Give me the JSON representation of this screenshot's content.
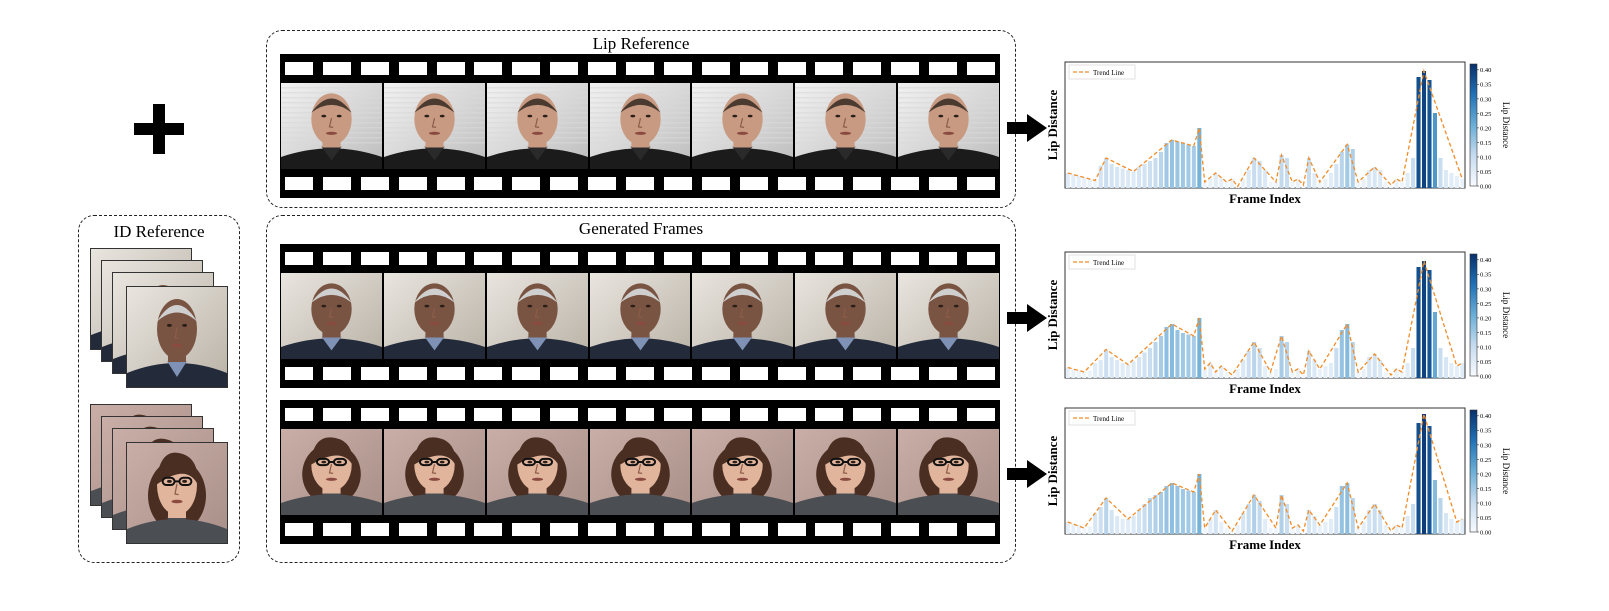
{
  "labels": {
    "lip_reference": "Lip Reference",
    "id_reference": "ID Reference",
    "generated_frames": "Generated Frames"
  },
  "icons": {
    "plus": "plus-icon",
    "arrow": "arrow-right-icon"
  },
  "colors": {
    "trend": "#f28c28",
    "bar_light": "#c6dbef",
    "bar_mid": "#6baed6",
    "bar_dark": "#08306b"
  },
  "chart_data": [
    {
      "type": "bar",
      "xlabel": "Frame Index",
      "ylabel": "Lip Distance",
      "colorbar_label": "Lip Distance",
      "colorbar_ticks": [
        "0.00",
        "0.05",
        "0.10",
        "0.15",
        "0.20",
        "0.25",
        "0.30",
        "0.35",
        "0.40"
      ],
      "legend": "Trend Line",
      "legend_position": "top-left",
      "ylim": [
        0,
        0.42
      ],
      "values": [
        0.05,
        0.045,
        0.04,
        0.035,
        0.03,
        0.025,
        0.075,
        0.1,
        0.08,
        0.07,
        0.065,
        0.06,
        0.055,
        0.07,
        0.08,
        0.09,
        0.1,
        0.12,
        0.15,
        0.16,
        0.155,
        0.15,
        0.145,
        0.14,
        0.2,
        0.02,
        0.03,
        0.05,
        0.035,
        0.02,
        0.03,
        0.005,
        0.03,
        0.06,
        0.1,
        0.09,
        0.06,
        0.02,
        0.02,
        0.11,
        0.1,
        0.02,
        0.03,
        0.01,
        0.1,
        0.05,
        0.02,
        0.03,
        0.05,
        0.08,
        0.12,
        0.145,
        0.13,
        0.02,
        0.03,
        0.06,
        0.07,
        0.06,
        0.02,
        0.01,
        0.03,
        0.02,
        0.05,
        0.1,
        0.37,
        0.39,
        0.36,
        0.25,
        0.1,
        0.06,
        0.05,
        0.04,
        0.03
      ]
    },
    {
      "type": "bar",
      "xlabel": "Frame Index",
      "ylabel": "Lip Distance",
      "colorbar_label": "Lip Distance",
      "colorbar_ticks": [
        "0.00",
        "0.05",
        "0.10",
        "0.15",
        "0.20",
        "0.25",
        "0.30",
        "0.35",
        "0.40"
      ],
      "legend": "Trend Line",
      "legend_position": "top-left",
      "ylim": [
        0,
        0.42
      ],
      "values": [
        0.035,
        0.03,
        0.025,
        0.02,
        0.025,
        0.05,
        0.06,
        0.095,
        0.07,
        0.06,
        0.05,
        0.045,
        0.055,
        0.07,
        0.085,
        0.1,
        0.12,
        0.14,
        0.17,
        0.18,
        0.16,
        0.15,
        0.145,
        0.14,
        0.2,
        0.03,
        0.05,
        0.02,
        0.04,
        0.02,
        0.01,
        0.03,
        0.06,
        0.09,
        0.12,
        0.1,
        0.04,
        0.02,
        0.03,
        0.14,
        0.12,
        0.02,
        0.03,
        0.01,
        0.09,
        0.06,
        0.03,
        0.04,
        0.05,
        0.1,
        0.16,
        0.18,
        0.12,
        0.02,
        0.03,
        0.07,
        0.08,
        0.06,
        0.02,
        0.01,
        0.03,
        0.02,
        0.05,
        0.1,
        0.37,
        0.39,
        0.36,
        0.22,
        0.1,
        0.07,
        0.05,
        0.04,
        0.05
      ]
    },
    {
      "type": "bar",
      "xlabel": "Frame Index",
      "ylabel": "Lip Distance",
      "colorbar_label": "Lip Distance",
      "colorbar_ticks": [
        "0.00",
        "0.05",
        "0.10",
        "0.15",
        "0.20",
        "0.25",
        "0.30",
        "0.35",
        "0.40"
      ],
      "legend": "Trend Line",
      "legend_position": "top-left",
      "ylim": [
        0,
        0.42
      ],
      "values": [
        0.04,
        0.035,
        0.03,
        0.02,
        0.025,
        0.07,
        0.09,
        0.12,
        0.08,
        0.06,
        0.05,
        0.05,
        0.06,
        0.08,
        0.1,
        0.12,
        0.13,
        0.14,
        0.16,
        0.17,
        0.16,
        0.15,
        0.145,
        0.14,
        0.2,
        0.02,
        0.05,
        0.08,
        0.04,
        0.02,
        0.01,
        0.03,
        0.07,
        0.1,
        0.13,
        0.11,
        0.05,
        0.02,
        0.02,
        0.13,
        0.1,
        0.02,
        0.03,
        0.01,
        0.08,
        0.06,
        0.03,
        0.04,
        0.05,
        0.09,
        0.16,
        0.17,
        0.12,
        0.02,
        0.04,
        0.08,
        0.1,
        0.08,
        0.03,
        0.01,
        0.03,
        0.02,
        0.06,
        0.1,
        0.37,
        0.4,
        0.36,
        0.18,
        0.12,
        0.07,
        0.05,
        0.04,
        0.05
      ]
    }
  ]
}
